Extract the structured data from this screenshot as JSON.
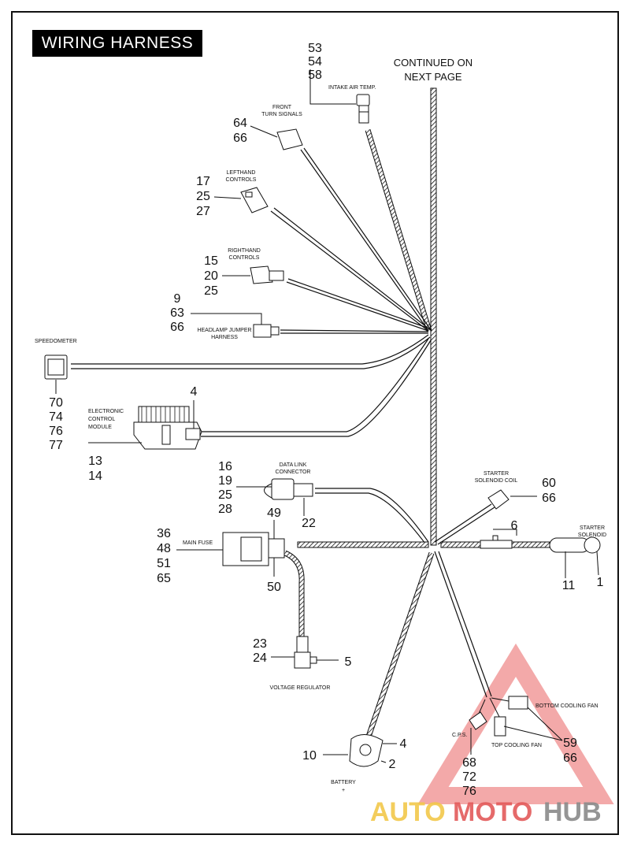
{
  "title": "WIRING HARNESS",
  "continued": [
    "CONTINUED ON",
    "NEXT PAGE"
  ],
  "components": {
    "intake_air_temp": {
      "label": "INTAKE AIR TEMP.",
      "refs": [
        "53",
        "54",
        "58"
      ]
    },
    "front_turn_signals": {
      "label": [
        "FRONT",
        "TURN SIGNALS"
      ],
      "refs": [
        "64",
        "66"
      ]
    },
    "lefthand_controls": {
      "label": [
        "LEFTHAND",
        "CONTROLS"
      ],
      "refs": [
        "17",
        "25",
        "27"
      ]
    },
    "righthand_controls": {
      "label": [
        "RIGHTHAND",
        "CONTROLS"
      ],
      "refs": [
        "15",
        "20",
        "25"
      ]
    },
    "headlamp_jumper": {
      "label": [
        "HEADLAMP JUMPER",
        "HARNESS"
      ],
      "refs": [
        "9",
        "63",
        "66"
      ]
    },
    "speedometer": {
      "label": "SPEEDOMETER",
      "refs": [
        "70",
        "74",
        "76",
        "77"
      ]
    },
    "ecm": {
      "label": [
        "ELECTRONIC",
        "CONTROL",
        "MODULE"
      ],
      "refs_top": [
        "4"
      ],
      "refs": [
        "13",
        "14"
      ]
    },
    "data_link": {
      "label": [
        "DATA LINK",
        "CONNECTOR"
      ],
      "refs": [
        "16",
        "19",
        "25",
        "28"
      ],
      "ref_below": "22"
    },
    "main_fuse": {
      "label": "MAIN FUSE",
      "refs": [
        "36",
        "48",
        "51",
        "65"
      ],
      "ref_top": "49",
      "ref_bottom": "50"
    },
    "voltage_regulator": {
      "label": "VOLTAGE REGULATOR",
      "refs": [
        "23",
        "24"
      ],
      "ref_right": "5"
    },
    "starter_solenoid_coil": {
      "label": [
        "STARTER",
        "SOLENOID COIL"
      ],
      "refs": [
        "60",
        "66"
      ]
    },
    "starter_solenoid": {
      "label": [
        "STARTER",
        "SOLENOID"
      ],
      "ref_top": "6",
      "ref_left": "11",
      "ref_right": "1"
    },
    "battery": {
      "label": [
        "BATTERY",
        "+"
      ],
      "ref_left": "10",
      "ref_right_top": "4",
      "ref_right_bottom": "2"
    },
    "bottom_cooling_fan": {
      "label": "BOTTOM COOLING FAN"
    },
    "top_cooling_fan": {
      "label": "TOP COOLING FAN",
      "refs": [
        "59",
        "66"
      ]
    },
    "cps": {
      "label": "C.P.S.",
      "refs": [
        "68",
        "72",
        "76"
      ]
    }
  },
  "watermark": {
    "part1": "AUTO",
    "part2": "MOTO",
    "part3": "HUB"
  },
  "colors": {
    "ink": "#111111",
    "watermark_red": "#e35a5a",
    "watermark_yellow": "#f2c84b",
    "watermark_gray": "#8a8a8a"
  }
}
